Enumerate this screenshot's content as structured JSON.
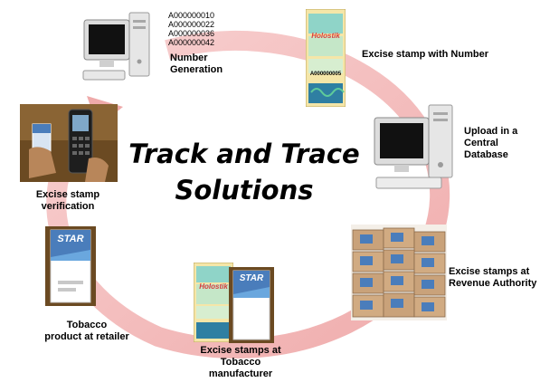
{
  "diagram": {
    "title_line1": "Track and Trace",
    "title_line2": "Solutions",
    "number_codes": [
      "A000000010",
      "A000000022",
      "A000000036",
      "A000000042"
    ],
    "stamp_brand": "Holostik",
    "stamp_number": "A000000005",
    "pack_brand": "STAR",
    "steps": [
      {
        "line1": "Number",
        "line2": "Generation"
      },
      {
        "line1": "Excise stamp with Number",
        "line2": ""
      },
      {
        "line1": "Upload in a",
        "line2": "Central",
        "line3": "Database"
      },
      {
        "line1": "Excise stamps at",
        "line2": "Revenue Authority"
      },
      {
        "line1": "Excise stamps at",
        "line2": "Tobacco",
        "line3": "manufacturer"
      },
      {
        "line1": "Tobacco",
        "line2": "product at retailer"
      },
      {
        "line1": "Excise stamp",
        "line2": "verification"
      }
    ],
    "colors": {
      "ring": "#f3b5b5",
      "ring_edge": "#e89a9a",
      "stamp_bg": "#f5e6a8",
      "stamp_red": "#d83c3c",
      "box_blue": "#4a7dbb",
      "cardboard": "#c9a27a",
      "photo_bg": "#6b4a22"
    }
  }
}
